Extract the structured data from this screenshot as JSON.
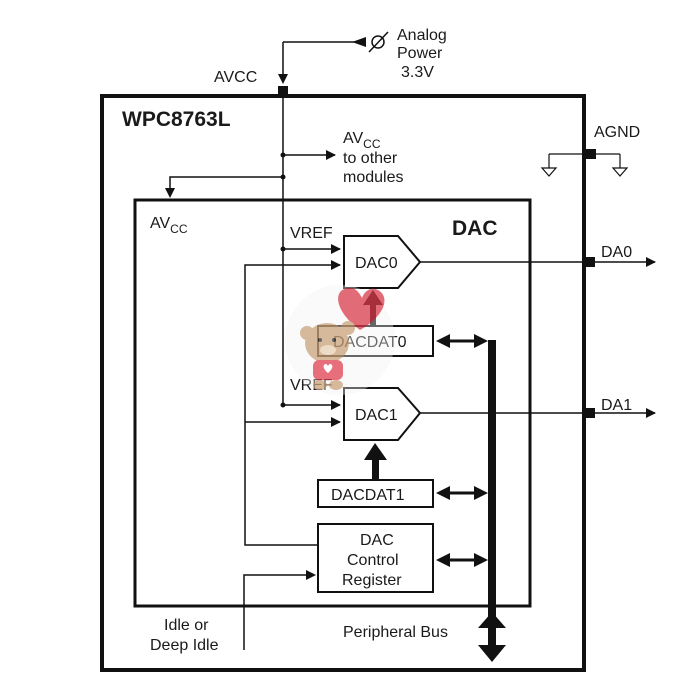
{
  "chip": {
    "name": "WPC8763L",
    "module_name": "DAC"
  },
  "power": {
    "pin_label": "AVCC",
    "source_line1": "Analog",
    "source_line2": "Power",
    "source_line3": "3.3V",
    "to_other_main": "AV",
    "to_other_sub": "CC",
    "to_other_line2": "to other",
    "to_other_line3": "modules",
    "inner_avcc_main": "AV",
    "inner_avcc_sub": "CC",
    "ground_label": "AGND"
  },
  "blocks": {
    "dac0": "DAC0",
    "dac1": "DAC1",
    "dacdat0": "DACDAT0",
    "dacdat1": "DACDAT1",
    "control_line1": "DAC",
    "control_line2": "Control",
    "control_line3": "Register"
  },
  "signals": {
    "vref0": "VREF",
    "vref1": "VREF",
    "out0": "DA0",
    "out1": "DA1",
    "idle_line1": "Idle or",
    "idle_line2": "Deep Idle",
    "bus": "Peripheral Bus"
  },
  "overlay": {
    "sticker": "teddy-bear-with-heart"
  }
}
